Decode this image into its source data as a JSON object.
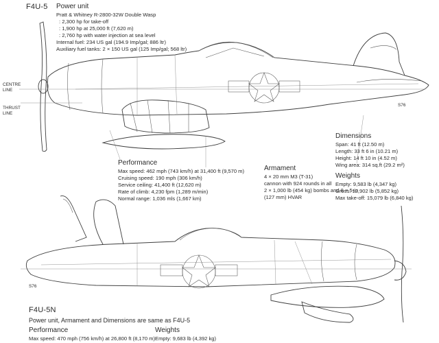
{
  "f4u5": {
    "title": "F4U-5",
    "power_unit": {
      "header": "Power unit",
      "lines": [
        "Pratt & Whitney R-2800-32W Double Wasp",
        ": 2,300 hp for take-off",
        ": 1,900 hp at 25,000 ft (7,620 m)",
        ": 2,760 hp with water injection at sea level",
        "Internal fuel: 234 US gal (194.9 Imp/gal; 886 ltr)",
        "Auxiliary fuel tanks: 2 × 150 US gal (125 Imp/gal; 568 ltr)"
      ]
    },
    "labels": {
      "centre_line": [
        "CENTRE",
        "LINE"
      ],
      "thrust_line": [
        "THRUST",
        "LINE"
      ],
      "tag_top": "S76",
      "tag_bottom": "S76"
    },
    "performance": {
      "header": "Performance",
      "lines": [
        "Max speed: 462 mph (743 km/h) at 31,400 ft (9,570 m)",
        "Cruising speed: 190 mph (306 km/h)",
        "Service ceiling: 41,400 ft (12,620 m)",
        "Rate of climb: 4,230 fpm (1,289 m/min)",
        "Normal range: 1,036 mls (1,667 km)"
      ]
    },
    "armament": {
      "header": "Armament",
      "lines": [
        "4 × 20 mm M3 (T-31)",
        "cannon with 924 rounds in all",
        "2 × 1,000 lb (454 kg) bombs and 8 × 5-in",
        "(127 mm) HVAR"
      ]
    },
    "dimensions": {
      "header": "Dimensions",
      "lines": [
        "Span: 41 ft (12.50 m)",
        "Length: 33 ft 6 in (10.21 m)",
        "Height: 14 ft 10 in (4.52 m)",
        "Wing area: 314 sq.ft (29.2 m²)"
      ]
    },
    "weights": {
      "header": "Weights",
      "lines": [
        "Empty: 9,583 lb (4,347 kg)",
        "Gross: 12,902 lb (5,852 kg)",
        "Max take-off: 15,079 lb (6,840 kg)"
      ]
    }
  },
  "f4u5n": {
    "title": "F4U-5N",
    "note": "Power unit, Armament and Dimensions are same as F4U-5",
    "performance_header": "Performance",
    "performance_line": "Max speed: 470 mph (756 km/h) at 26,800 ft (8,170 m)",
    "weights_header": "Weights",
    "weights_line": "Empty: 9,683 lb (4,392 kg)"
  }
}
